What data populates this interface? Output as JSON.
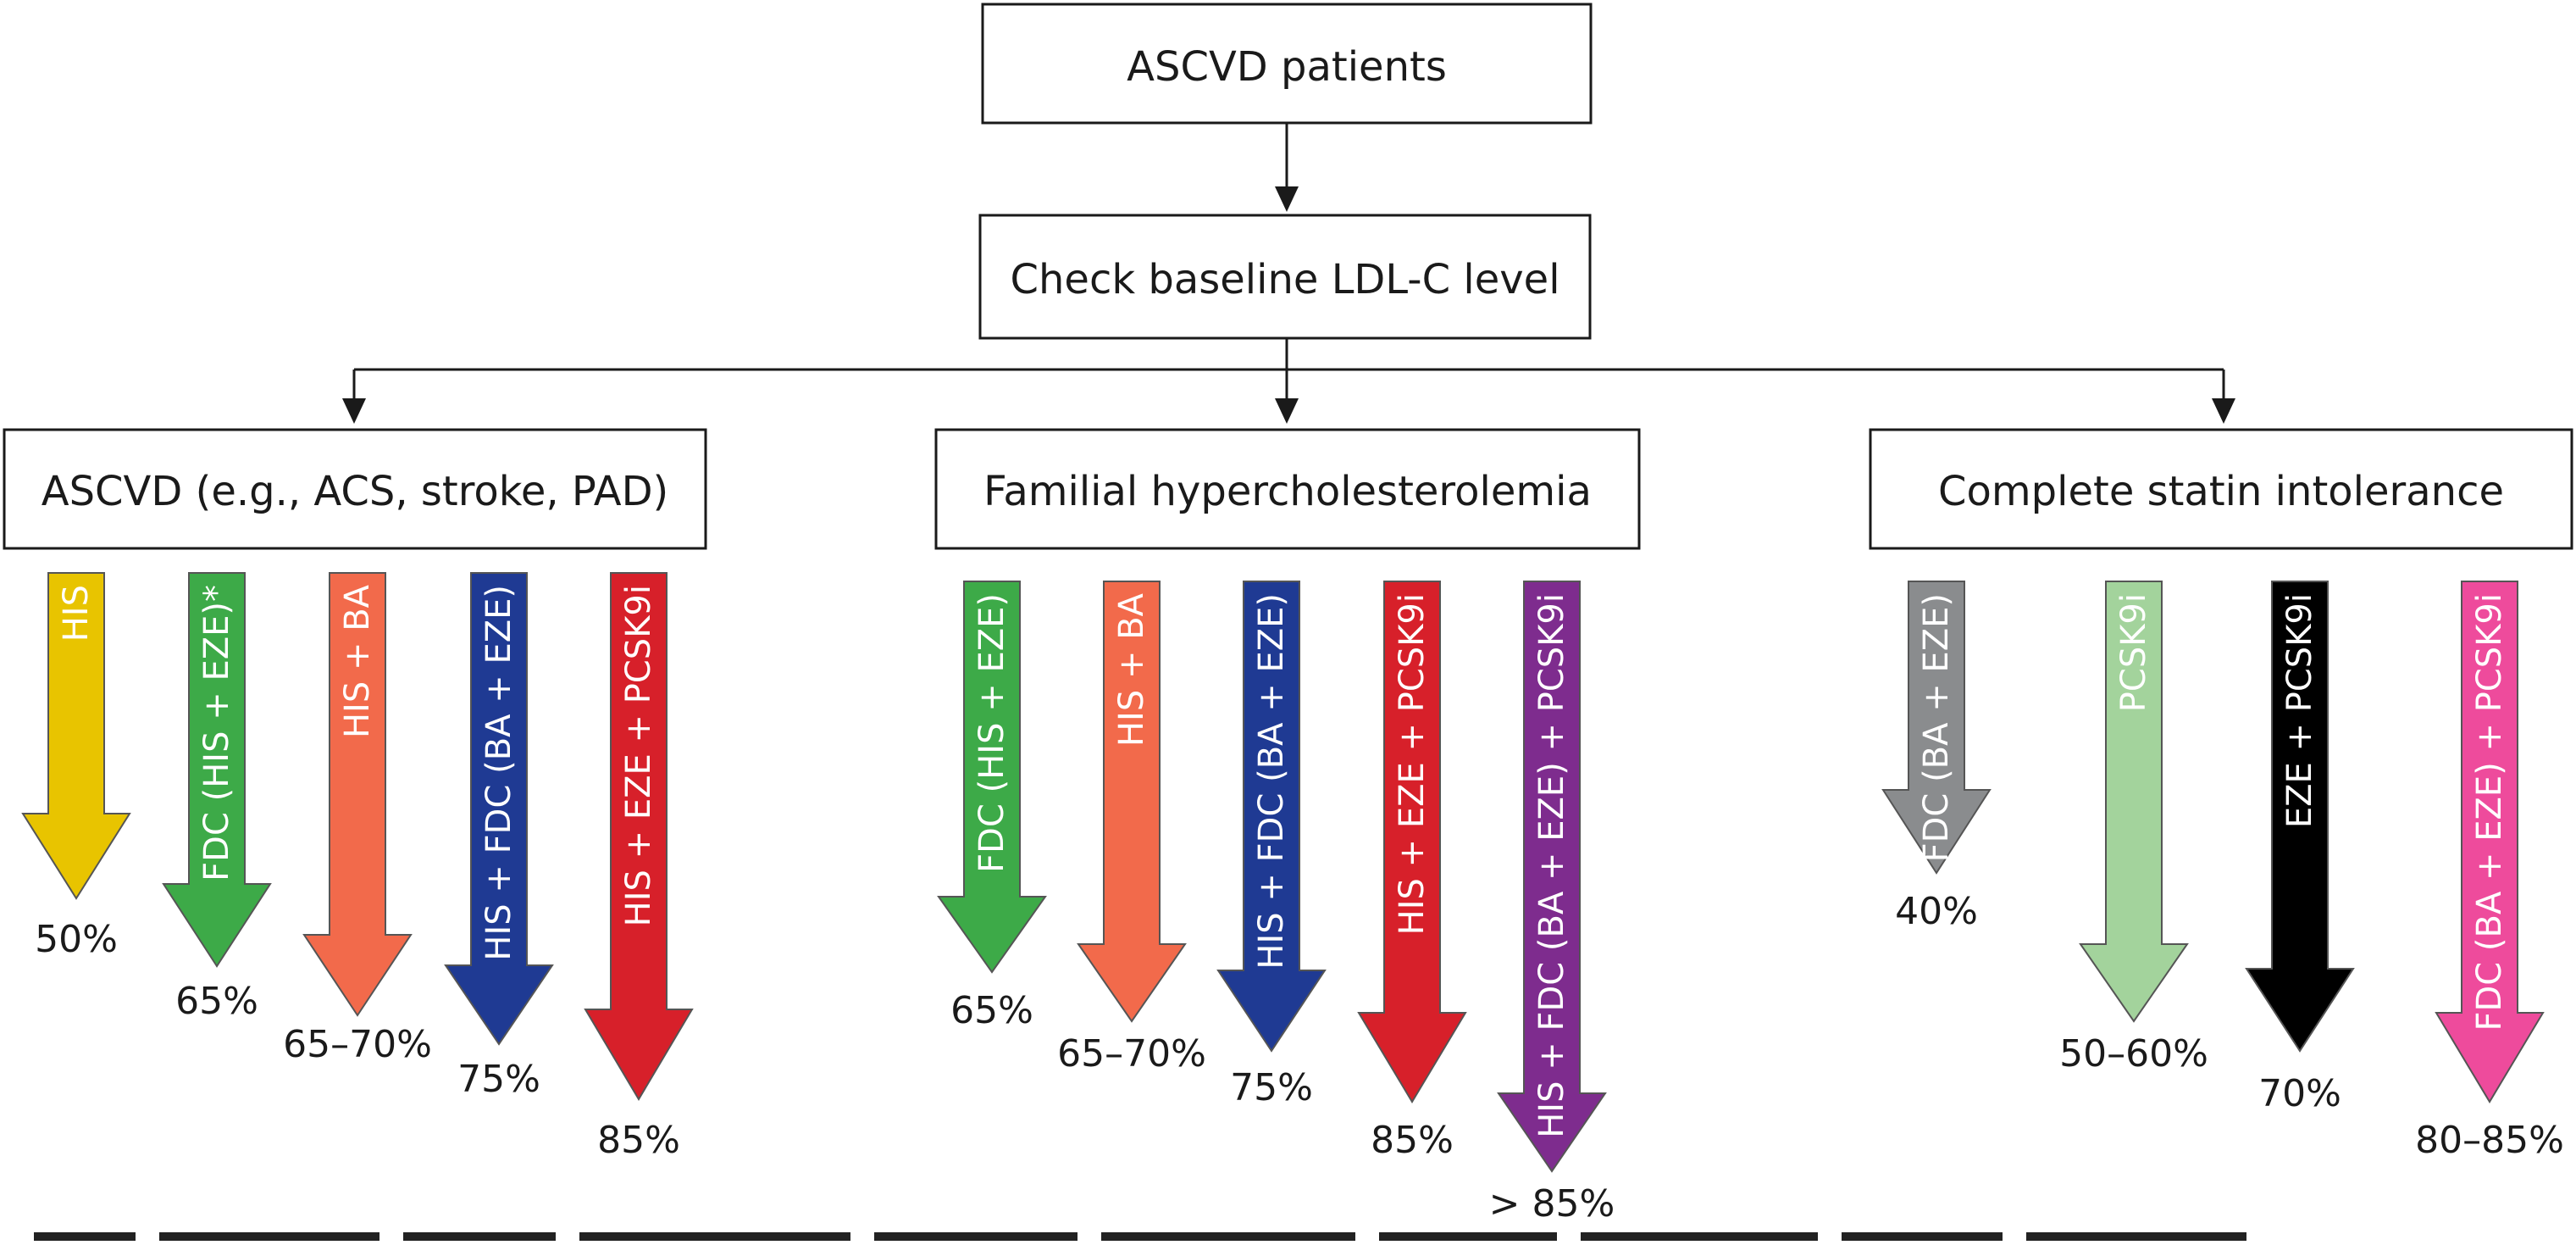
{
  "boxes": {
    "top": "ASCVD patients",
    "middle": "Check baseline LDL-C level",
    "groups": [
      "ASCVD (e.g., ACS, stroke, PAD)",
      "Familial hypercholesterolemia",
      "Complete statin intolerance"
    ]
  },
  "arrows": [
    {
      "label": "HIS",
      "reduction": "50%",
      "color": "#E8C400",
      "text_color": "#ffffff"
    },
    {
      "label": "FDC (HIS + EZE)*",
      "reduction": "65%",
      "color": "#3DAA48",
      "text_color": "#ffffff"
    },
    {
      "label": "HIS + BA",
      "reduction": "65–70%",
      "color": "#F26A4B",
      "text_color": "#ffffff"
    },
    {
      "label": "HIS + FDC (BA + EZE)",
      "reduction": "75%",
      "color": "#1F3A93",
      "text_color": "#ffffff"
    },
    {
      "label": "HIS + EZE + PCSK9i",
      "reduction": "85%",
      "color": "#D7202A",
      "text_color": "#ffffff"
    },
    {
      "label": "FDC (HIS + EZE)",
      "reduction": "65%",
      "color": "#3DAA48",
      "text_color": "#ffffff"
    },
    {
      "label": "HIS + BA",
      "reduction": "65–70%",
      "color": "#F26A4B",
      "text_color": "#ffffff"
    },
    {
      "label": "HIS + FDC (BA + EZE)",
      "reduction": "75%",
      "color": "#1F3A93",
      "text_color": "#ffffff"
    },
    {
      "label": "HIS + EZE + PCSK9i",
      "reduction": "85%",
      "color": "#D7202A",
      "text_color": "#ffffff"
    },
    {
      "label": "HIS + FDC (BA + EZE) + PCSK9i",
      "reduction": "> 85%",
      "color": "#7E2C8E",
      "text_color": "#ffffff"
    },
    {
      "label": "FDC (BA + EZE)",
      "reduction": "40%",
      "color": "#8A8C8E",
      "text_color": "#ffffff"
    },
    {
      "label": "PCSK9i",
      "reduction": "50–60%",
      "color": "#A3D39C",
      "text_color": "#ffffff"
    },
    {
      "label": "EZE + PCSK9i",
      "reduction": "70%",
      "color": "#000000",
      "text_color": "#ffffff"
    },
    {
      "label": "FDC (BA + EZE) + PCSK9i",
      "reduction": "80–85%",
      "color": "#EE4B9C",
      "text_color": "#ffffff"
    }
  ]
}
